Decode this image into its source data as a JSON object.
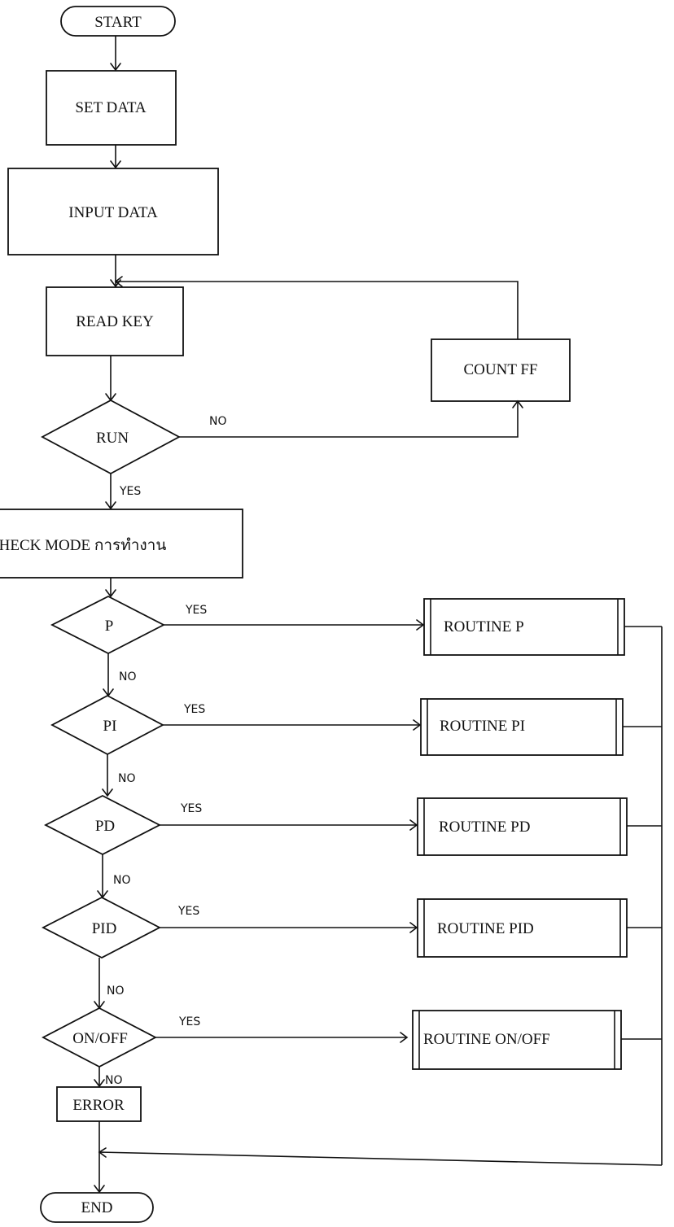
{
  "flowchart": {
    "start": "START",
    "set_data": "SET DATA",
    "input_data": "INPUT DATA",
    "read_key": "READ KEY",
    "count_ff": "COUNT FF",
    "run": "RUN",
    "check_mode": "CHECK MODE การทำงาน",
    "p": "P",
    "pi": "PI",
    "pd": "PD",
    "pid": "PID",
    "onoff": "ON/OFF",
    "routine_p": "ROUTINE P",
    "routine_pi": "ROUTINE PI",
    "routine_pd": "ROUTINE PD",
    "routine_pid": "ROUTINE PID",
    "routine_onoff": "ROUTINE ON/OFF",
    "error": "ERROR",
    "end": "END",
    "yes": "YES",
    "no": "NO"
  },
  "colors": {
    "ink": "#111111",
    "background": "#ffffff"
  }
}
